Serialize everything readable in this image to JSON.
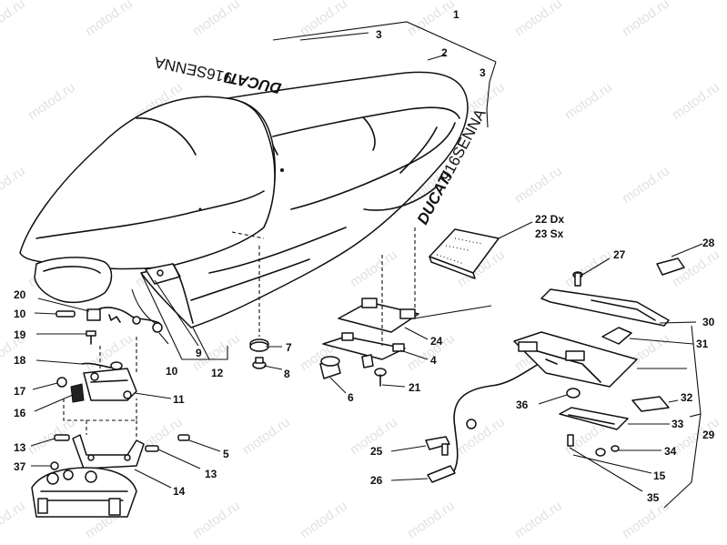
{
  "watermark": "motod.ru",
  "decals": {
    "top_brand": "DUCATI",
    "top_model": "916SENNA",
    "side_brand": "DUCATI",
    "side_model": "916SENNA"
  },
  "callouts": {
    "c1": "1",
    "c2": "2",
    "c3a": "3",
    "c3b": "3",
    "c4": "4",
    "c5": "5",
    "c6": "6",
    "c7": "7",
    "c8": "8",
    "c9": "9",
    "c10a": "10",
    "c10b": "10",
    "c11": "11",
    "c12": "12",
    "c13a": "13",
    "c13b": "13",
    "c14": "14",
    "c15": "15",
    "c16": "16",
    "c17": "17",
    "c18": "18",
    "c19": "19",
    "c20": "20",
    "c21": "21",
    "c22": "22 Dx",
    "c23": "23 Sx",
    "c24": "24",
    "c25": "25",
    "c26": "26",
    "c27": "27",
    "c28": "28",
    "c29": "29",
    "c30": "30",
    "c31": "31",
    "c32": "32",
    "c33": "33",
    "c34": "34",
    "c35": "35",
    "c36": "36",
    "c37": "37"
  }
}
